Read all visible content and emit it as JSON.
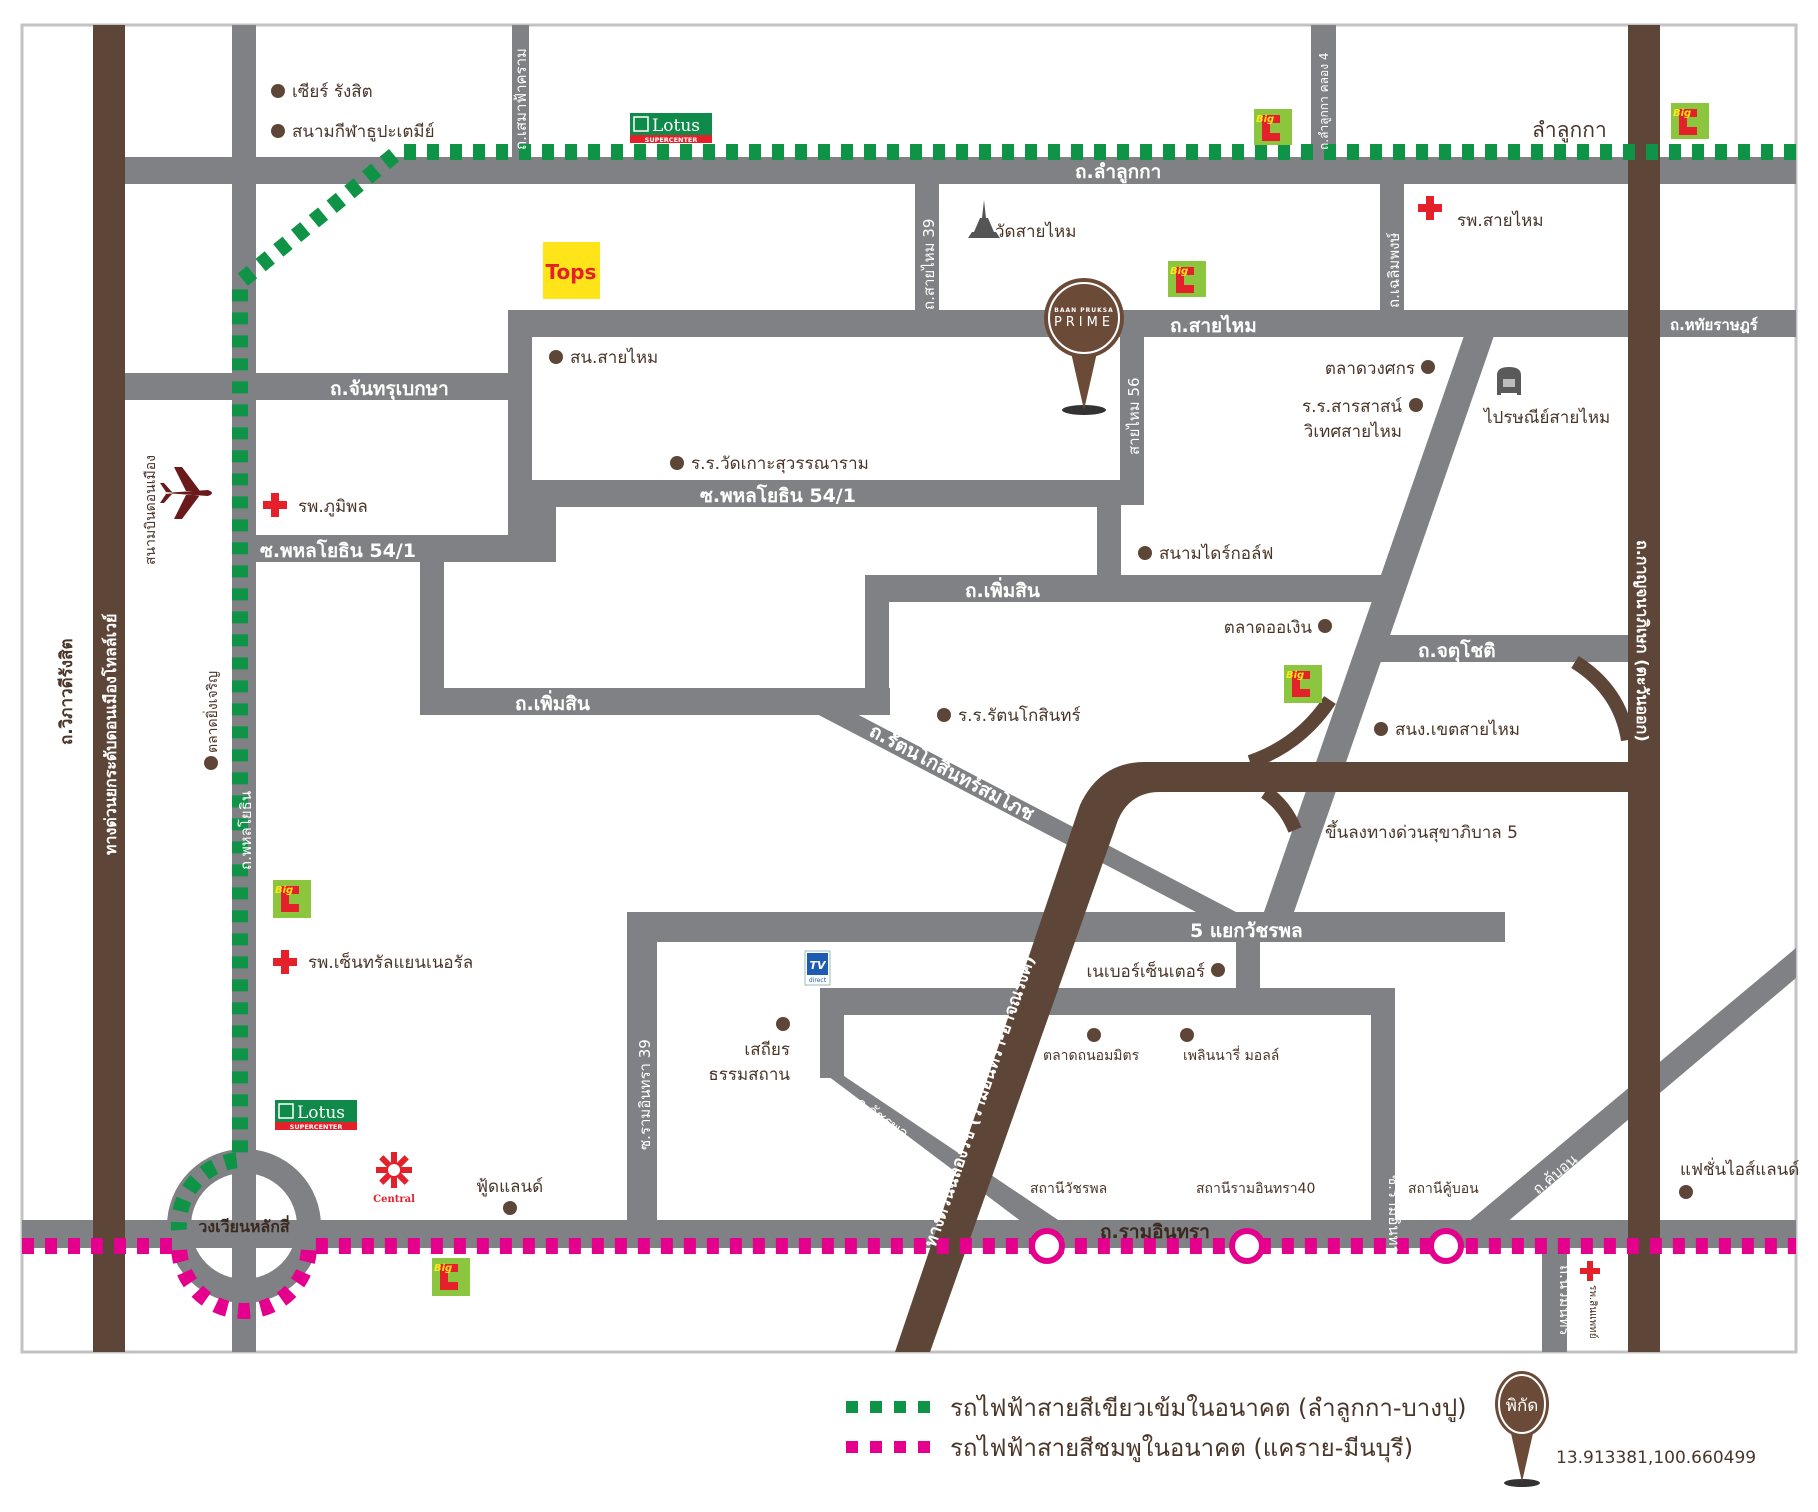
{
  "project": {
    "brand_small": "BAAN PRUKSA",
    "brand_large": "PRIME"
  },
  "colors": {
    "road": "#808184",
    "highway": "#5d4637",
    "green_line": "#0f9447",
    "pink_line": "#e4008c",
    "hospital": "#e4202a",
    "text": "#4a3529"
  },
  "roads": {
    "lamlukka_road": "ถ.ลำลูกกา",
    "lamlukka_area": "ลำลูกกา",
    "sema_fakhram": "ถ.เสมาฟ้าคราม",
    "lamlukka_khlong4": "ถ.ลำลูกกา คลอง 4",
    "saimai39": "ถ.สายไหม 39",
    "saimai_road": "ถ.สายไหม",
    "saimai56": "สายไหม 56",
    "chaloemphong": "ถ.เฉลิมพงษ์",
    "haiyarat": "ถ.หทัยราษฎร์",
    "chanthrubeksa": "ถ.จันทรุเบกษา",
    "phahon_soi_54_1_a": "ซ.พหลโยธิน 54/1",
    "phahon_soi_54_1_b": "ซ.พหลโยธิน 54/1",
    "phoemsin_a": "ถ.เพิ่มสิน",
    "phoemsin_b": "ถ.เพิ่มสิน",
    "chatuchot": "ถ.จตุโชติ",
    "ratanakosin": "ถ.รัตนโกสินทร์สมโภช",
    "watcharaphon_5": "5 แยกวัชรพล",
    "watcharaphon": "ถ.วัชรพล",
    "ramintra39": "ซ.รามอินทรา 39",
    "ramintra65": "ซ.รามอินทรา 65",
    "ramintra": "ถ.รามอินทรา",
    "khubon": "ถ.คู้บอน",
    "nawamin": "ถ.นวมินทร์",
    "phahonyothin": "ถ.พหลโยธิน",
    "vibhavadi": "ถ.วิภาวดีรังสิต",
    "tollway": "ทางด่วนยกระดับดอนเมืองโทลล์เวย์",
    "kanchanaphisek": "ถ.กาญจนาภิเษก (ตะวันออก)",
    "chalong_rat": "ทางด่วนฉลองรัช (รามอินทรา-อาจณรงค์)",
    "laksi_circle": "วงเวียนหลักสี่"
  },
  "pois": {
    "future_park": "เซียร์ รังสิต",
    "thupatemi_stadium": "สนามกีฬาธูปะเตมีย์",
    "wat_saimai": "วัดสายไหม",
    "saimai_hospital": "รพ.สายไหม",
    "saimai_police": "สน.สายไหม",
    "wat_ko_school": "ร.ร.วัดเกาะสุวรรณาราม",
    "bhumibol_hospital": "รพ.ภูมิพล",
    "don_mueang_airport": "สนามบินดอนเมือง",
    "talad_duangsakorn": "ตลาดวงศกร",
    "sarasas_school_1": "ร.ร.สารสาสน์",
    "sarasas_school_2": "วิเทศสายไหม",
    "saimai_post": "ไปรษณีย์สายไหม",
    "driving_range": "สนามไดร์กอล์ฟ",
    "talad_owen": "ตลาดออเงิน",
    "ratanakosin_school": "ร.ร.รัตนโกสินทร์",
    "saimai_district": "สนง.เขตสายไหม",
    "expressway_ramp": "ขึ้นลงทางด่วนสุขาภิบาล 5",
    "yingcharoen_market": "ตลาดยิ่งเจริญ",
    "central_general_hospital": "รพ.เซ็นทรัลแยนเนอรัล",
    "neighbor_center": "เนเบอร์เซ็นเตอร์",
    "sathira_1": "เสถียร",
    "sathira_2": "ธรรมสถาน",
    "talad_thanommit": "ตลาดถนอมมิตร",
    "pleanary_mall": "เพลินนารี่ มอลล์",
    "foodland": "ฟู้ดแลนด์",
    "fashion_island": "แฟชั่นไอส์แลนด์",
    "synphaet_hospital": "รพ.สินแพทย์",
    "station_watcharaphon": "สถานีวัชรพล",
    "station_ramintra40": "สถานีรามอินทรา40",
    "station_khubon": "สถานีคู้บอน"
  },
  "logos": {
    "lotus_name": "Lotus",
    "lotus_sub": "SUPERCENTER",
    "tops": "Tops",
    "bigc": "Big",
    "central": "Central",
    "tv_direct_top": "TV",
    "tv_direct_bottom": "direct"
  },
  "legend": {
    "green_line_label": "รถไฟฟ้าสายสีเขียวเข้มในอนาคต (ลำลูกกา-บางปู)",
    "pink_line_label": "รถไฟฟ้าสายสีชมพูในอนาคต (แคราย-มีนบุรี)",
    "coords_pin_label": "พิกัด",
    "coordinates": "13.913381,100.660499"
  }
}
